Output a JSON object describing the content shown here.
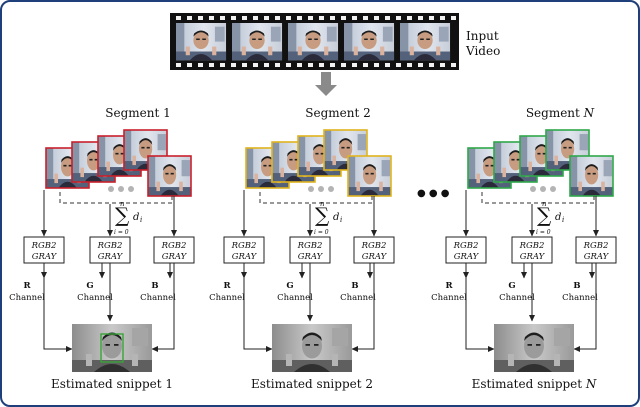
{
  "input": {
    "line1": "Input",
    "line2": "Video"
  },
  "ellipsis": "● ● ●",
  "mini_ellipsis": "●●●",
  "sum": {
    "symbol": "∑",
    "upper": "n",
    "lower": "i = 0",
    "term": "d",
    "sub": "i"
  },
  "rgb2gray": {
    "line1": "RGB2",
    "line2": "GRAY"
  },
  "channel_word": "Channel",
  "segments": [
    {
      "title": "Segment 1",
      "title_italic": "",
      "color": "#c8202c",
      "channels": [
        "R",
        "G",
        "B"
      ],
      "snippet": "Estimated snippet 1",
      "snippet_italic": ""
    },
    {
      "title": "Segment 2",
      "title_italic": "",
      "color": "#e0b41e",
      "channels": [
        "R",
        "G",
        "B"
      ],
      "snippet": "Estimated snippet 2",
      "snippet_italic": ""
    },
    {
      "title": "Segment ",
      "title_italic": "N",
      "color": "#2fa84a",
      "channels": [
        "R",
        "G",
        "B"
      ],
      "snippet": "Estimated snippet ",
      "snippet_italic": "N"
    }
  ],
  "colors": {
    "border": "#1f3f7a",
    "arrow": "#222222",
    "film": "#111111",
    "big_arrow": "#8a8a8a",
    "dots": "#b4b4b4"
  }
}
